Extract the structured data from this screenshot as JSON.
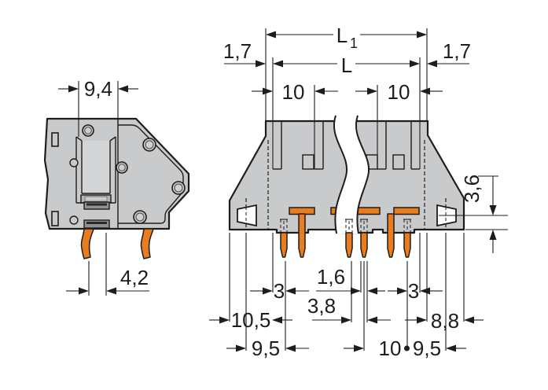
{
  "drawing": {
    "type": "terminal-block-dimension-drawing",
    "colors": {
      "background": "#ffffff",
      "body_gray": "#c9cacc",
      "outline": "#1d1d1b",
      "pin_orange": "#e87c1e"
    },
    "side_view": {
      "dim_width": "9,4",
      "dim_pin_offset": "4,2"
    },
    "front_view": {
      "dim_total_length_base": "L",
      "dim_total_length_sub": "1",
      "dim_length": "L",
      "dim_end_left": "1,7",
      "dim_end_right": "1,7",
      "dim_pitch_top_left": "10",
      "dim_pitch_top_right": "10",
      "dim_pin_edge_left": "3",
      "dim_pin_width": "1,6",
      "dim_pin_spacing": "3,8",
      "dim_pin_edge_right": "3",
      "dim_edge_to_pin": "10,5",
      "dim_flange_right": "8,8",
      "dim_mount_left": "9,5",
      "dim_pitch_bottom": "10",
      "dim_mount_right": "9,5",
      "dim_solder_height": "3,6"
    }
  }
}
